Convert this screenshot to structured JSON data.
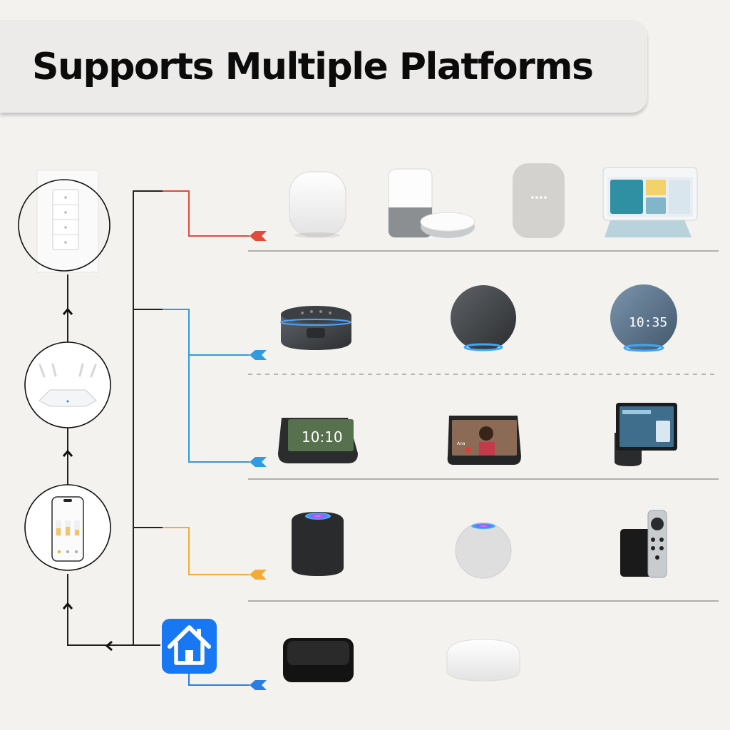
{
  "header": {
    "title": "Supports Multiple Platforms"
  },
  "hub": {
    "icon": "home-app-icon",
    "color": "#1877f2"
  },
  "setup_chain": [
    {
      "name": "smart-dimmer-switch",
      "icon": "dimmer-switch-icon"
    },
    {
      "name": "wifi-router",
      "icon": "router-icon"
    },
    {
      "name": "smartphone-app",
      "icon": "phone-app-icon"
    }
  ],
  "platforms": [
    {
      "id": "google",
      "color": "#e04b3c",
      "devices": [
        "Google Nest WiFi point",
        "Google Home & Home Mini",
        "Google Nest Audio",
        "Google Nest Hub"
      ]
    },
    {
      "id": "alexa-speakers",
      "color": "#2f9be0",
      "devices": [
        "Echo Dot",
        "Echo",
        "Echo Dot with clock"
      ]
    },
    {
      "id": "alexa-displays",
      "color": "#2f9be0",
      "devices": [
        "Echo Show 5",
        "Echo Show 8",
        "Echo Show 10"
      ],
      "screen_text": {
        "clock": "10:10",
        "caller": "Ana"
      }
    },
    {
      "id": "apple",
      "color": "#f2ac36",
      "devices": [
        "HomePod",
        "HomePod mini",
        "Apple TV"
      ]
    },
    {
      "id": "smartthings",
      "color": "#2a7de1",
      "devices": [
        "SmartThings Station",
        "SmartThings Hub"
      ]
    }
  ],
  "echo_clock_display": "10:35"
}
